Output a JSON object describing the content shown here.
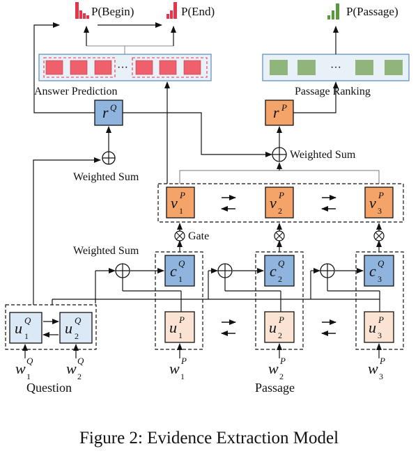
{
  "diagram": {
    "top_labels": {
      "p_begin": "P(Begin)",
      "p_end": "P(End)",
      "p_passage": "P(Passage)"
    },
    "answer_prediction": {
      "label": "Answer Prediction",
      "ellipsis": "···"
    },
    "passage_ranking": {
      "label": "Passage Ranking",
      "ellipsis": "···"
    },
    "weighted_sum": "Weighted Sum",
    "gate": "Gate",
    "question": {
      "label": "Question",
      "hidden": [
        {
          "base": "u",
          "sub": "1",
          "sup": "Q"
        },
        {
          "base": "u",
          "sub": "2",
          "sup": "Q"
        }
      ],
      "words": [
        {
          "base": "w",
          "sub": "1",
          "sup": "Q"
        },
        {
          "base": "w",
          "sub": "2",
          "sup": "Q"
        }
      ]
    },
    "passage": {
      "label": "Passage",
      "hidden": [
        {
          "base": "u",
          "sub": "1",
          "sup": "P"
        },
        {
          "base": "u",
          "sub": "2",
          "sup": "P"
        },
        {
          "base": "u",
          "sub": "3",
          "sup": "P"
        }
      ],
      "words": [
        {
          "base": "w",
          "sub": "1",
          "sup": "P"
        },
        {
          "base": "w",
          "sub": "2",
          "sup": "P"
        },
        {
          "base": "w",
          "sub": "3",
          "sup": "P"
        }
      ],
      "context": [
        {
          "base": "c",
          "sub": "1",
          "sup": "Q"
        },
        {
          "base": "c",
          "sub": "2",
          "sup": "Q"
        },
        {
          "base": "c",
          "sub": "3",
          "sup": "Q"
        }
      ],
      "gated": [
        {
          "base": "v",
          "sub": "1",
          "sup": "P"
        },
        {
          "base": "v",
          "sub": "2",
          "sup": "P"
        },
        {
          "base": "v",
          "sub": "3",
          "sup": "P"
        }
      ]
    },
    "r_q": {
      "base": "r",
      "sup": "Q"
    },
    "r_p": {
      "base": "r",
      "sup": "P"
    },
    "colors": {
      "red": "#e8344a",
      "green": "#5a9a3c",
      "pink_cell": "#f0606c",
      "green_cell": "#8fb57a",
      "blue_box": "#8fb4de",
      "light_blue_box": "#dbe8f6",
      "orange_box": "#f4a468",
      "peach_box": "#fbe3d4",
      "light_panel": "#e8f0f8"
    }
  },
  "caption": "Figure 2: Evidence Extraction Model"
}
